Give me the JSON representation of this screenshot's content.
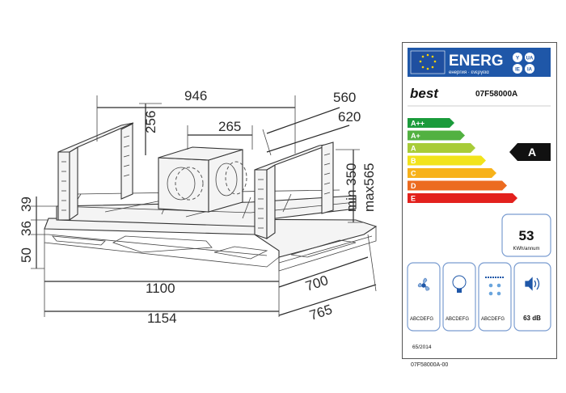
{
  "drawing": {
    "dimensions": {
      "width_top": "946",
      "depth_top_inner": "560",
      "depth_top_outer": "620",
      "height_256": "256",
      "box_width": "265",
      "min_height": "min 350",
      "max_height": "max565",
      "left_39": "39",
      "left_36": "36",
      "left_50": "50",
      "width_1100": "1100",
      "width_1154": "1154",
      "depth_700": "700",
      "depth_765": "765"
    }
  },
  "energy_label": {
    "energ_word": "ENERG",
    "energ_sub": "енергия · ενεργεια",
    "lang_codes": [
      "Y",
      "UA",
      "IE",
      "IA"
    ],
    "brand": "best",
    "model": "07F58000A",
    "classes": [
      {
        "label": "A++",
        "color": "#1a9b3b"
      },
      {
        "label": "A+",
        "color": "#52b141"
      },
      {
        "label": "A",
        "color": "#a8cc38"
      },
      {
        "label": "B",
        "color": "#f2e31b"
      },
      {
        "label": "C",
        "color": "#f7b21a"
      },
      {
        "label": "D",
        "color": "#ec6b20"
      },
      {
        "label": "E",
        "color": "#e3211d"
      }
    ],
    "rating": "A",
    "consumption_value": "53",
    "consumption_unit": "KWh/annum",
    "icons": [
      {
        "name": "fan-icon",
        "class_text": "ABCDEFG",
        "highlight": "A"
      },
      {
        "name": "lightbulb-icon",
        "class_text": "ABCDEFG",
        "highlight": "B"
      },
      {
        "name": "grease-filter-icon",
        "class_text": "ABCDEFG",
        "highlight": "C"
      },
      {
        "name": "sound-icon",
        "class_text": "63 dB",
        "highlight": ""
      }
    ],
    "regulation": "65/2014"
  },
  "footer": {
    "model_code": "07F58000A-00"
  }
}
